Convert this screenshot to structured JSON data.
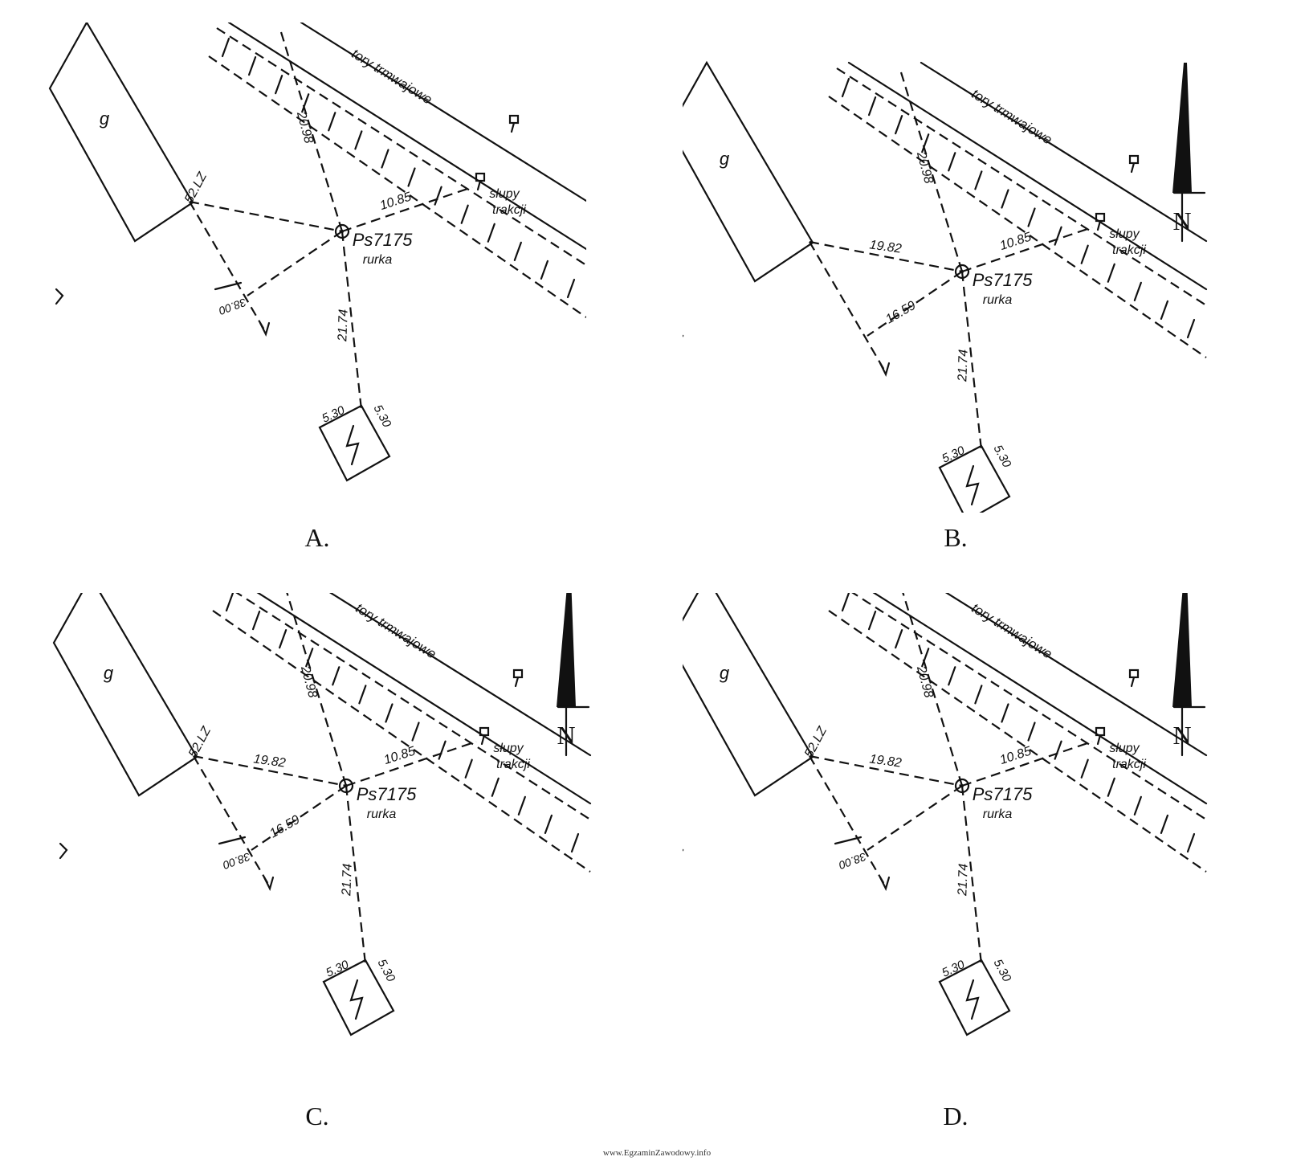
{
  "labels": {
    "tracks": "tory trmwajowe",
    "poles_1": "słupy",
    "poles_2": "trakcji",
    "point": "Ps7175",
    "point_type": "rurka",
    "building": "g",
    "north": "N",
    "corner_upper": "52.LZ",
    "corner_lower": "38.00",
    "d_north": "20.98",
    "d_east": "10.85",
    "d_south": "21.74",
    "d_west": "19.82",
    "d_sw": "16.59",
    "sq_side_a": "5.30",
    "sq_side_b": "5.30",
    "top_mark": "0.0"
  },
  "options": [
    {
      "letter": "A.",
      "north_arrow": false,
      "d_west": false,
      "d_sw": false,
      "corner_upper": true,
      "corner_lower": true,
      "top_mark": false
    },
    {
      "letter": "B.",
      "north_arrow": true,
      "d_west": true,
      "d_sw": true,
      "corner_upper": false,
      "corner_lower": false,
      "top_mark": true
    },
    {
      "letter": "C.",
      "north_arrow": true,
      "d_west": true,
      "d_sw": true,
      "corner_upper": true,
      "corner_lower": true,
      "top_mark": true
    },
    {
      "letter": "D.",
      "north_arrow": true,
      "d_west": true,
      "d_sw": false,
      "corner_upper": true,
      "corner_lower": true,
      "top_mark": true
    }
  ],
  "watermark": "www.EgzaminZawodowy.info",
  "colors": {
    "ink": "#111111",
    "paper": "#ffffff"
  }
}
